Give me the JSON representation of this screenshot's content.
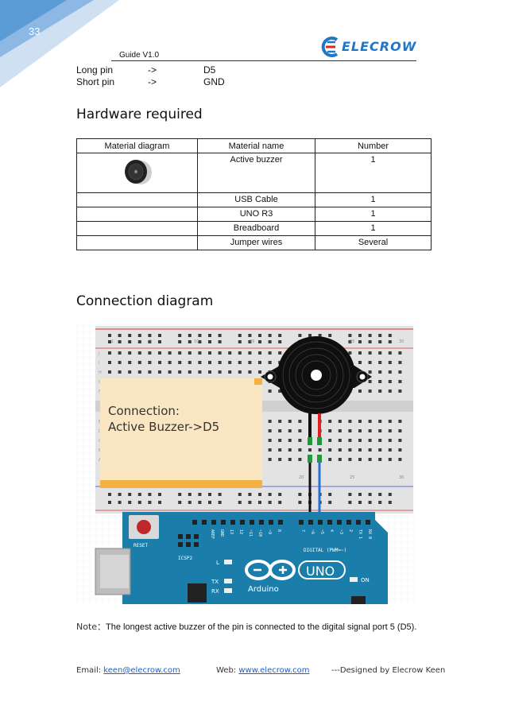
{
  "page": {
    "number": "33"
  },
  "header": {
    "guide": "Guide  V1.0",
    "logo_text": "ELECROW"
  },
  "pins": [
    {
      "name": "Long pin",
      "arrow": "->",
      "target": "D5"
    },
    {
      "name": "Short pin",
      "arrow": "->",
      "target": "GND"
    }
  ],
  "sections": {
    "hardware": "Hardware required",
    "connection": "Connection diagram"
  },
  "table": {
    "headers": [
      "Material diagram",
      "Material name",
      "Number"
    ],
    "rows": [
      {
        "name": "Active buzzer",
        "number": "1"
      },
      {
        "name": "USB Cable",
        "number": "1"
      },
      {
        "name": "UNO R3",
        "number": "1"
      },
      {
        "name": "Breadboard",
        "number": "1"
      },
      {
        "name": "Jumper wires",
        "number": "Several"
      }
    ]
  },
  "diagram": {
    "connection_line1": "Connection:",
    "connection_line2": "Active Buzzer->D5",
    "board": {
      "reset": "RESET",
      "icsp": "ICSP2",
      "digital": "DIGITAL (PWM=~)",
      "uno": "UNO",
      "brand": "Arduino",
      "led_l": "L",
      "led_tx": "TX",
      "led_rx": "RX",
      "led_on": "ON",
      "header_labels": [
        "AREF",
        "GND",
        "13",
        "12",
        "~11",
        "~10",
        "~9",
        "8",
        "7",
        "~6",
        "~5",
        "4",
        "~3",
        "2",
        "TX 1",
        "RX 0"
      ]
    },
    "breadboard": {
      "top_numbers": [
        "1",
        "5",
        "10",
        "15",
        "20",
        "25",
        "30"
      ],
      "bottom_numbers": [
        "20",
        "25",
        "30"
      ],
      "row_letters_top": [
        "J",
        "I",
        "H",
        "G",
        "F"
      ],
      "row_letters_bottom": [
        "E",
        "D",
        "C",
        "B",
        "A"
      ]
    }
  },
  "note": {
    "label": "Note：",
    "text": "The longest active buzzer of the pin is connected to the digital signal port 5 (D5)."
  },
  "footer": {
    "email_label": "Email: ",
    "email": "keen@elecrow.com",
    "web_label": "Web: ",
    "web": "www.elecrow.com",
    "designed_prefix": "---Designed by ",
    "designer": "Elecrow Keen"
  },
  "colors": {
    "accent": "#5b9bd5",
    "board": "#1b7eaa",
    "note_panel": "#fbe6c3",
    "wire_red": "#e02020",
    "wire_blue": "#2a6fd6",
    "wire_green": "#1f9a3a"
  }
}
